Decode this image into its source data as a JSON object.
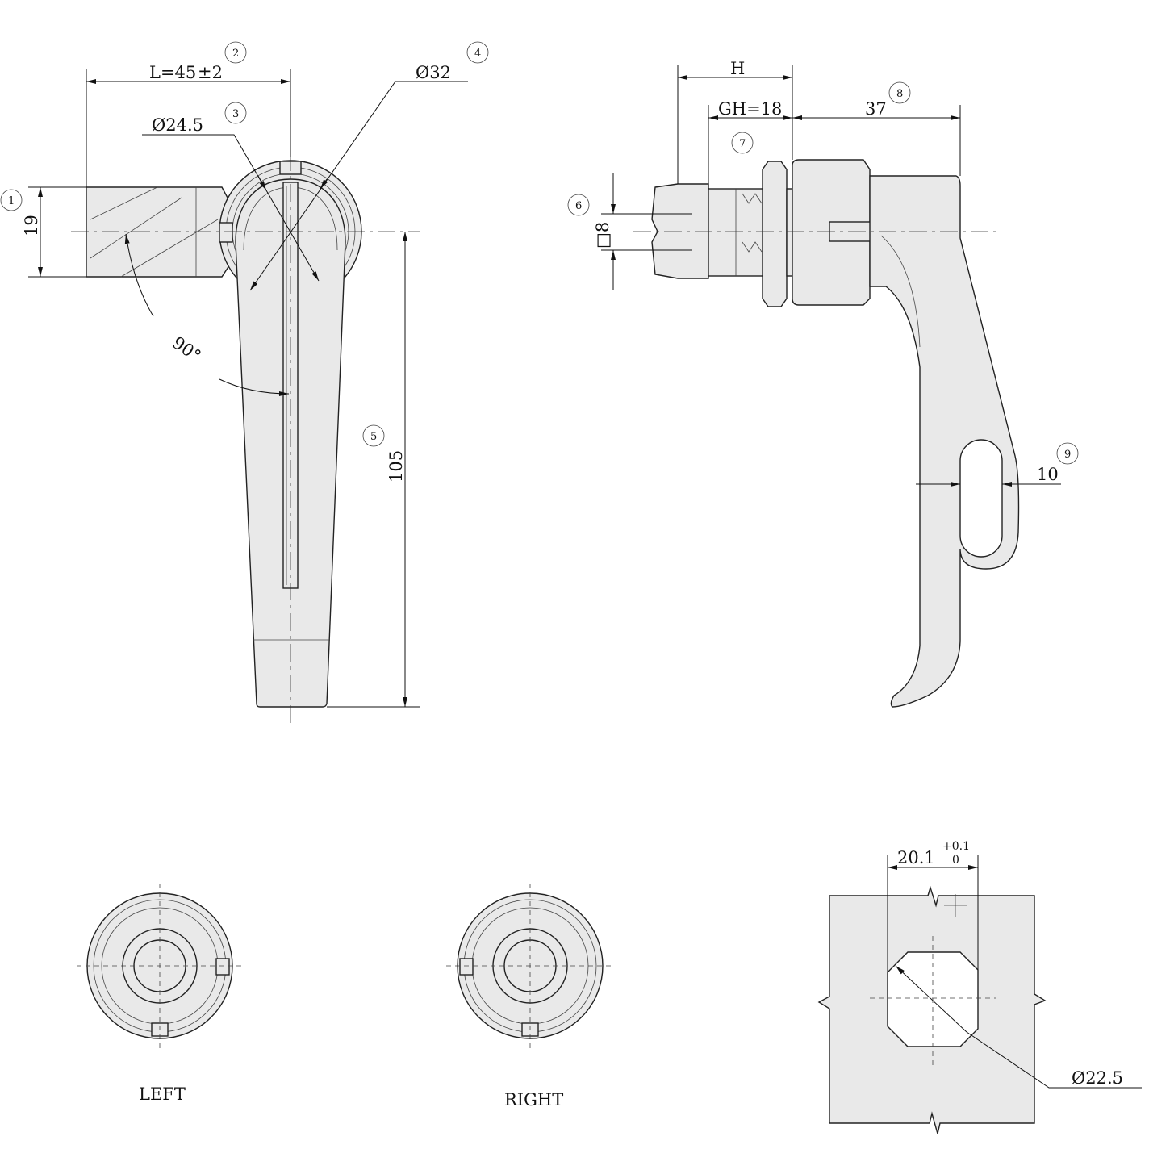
{
  "front_view": {
    "length_label": "L=45",
    "length_tolerance": "±2",
    "inner_diameter_label": "Ø24.5",
    "outer_diameter_label": "Ø32",
    "cam_height_label": "19",
    "rotation_angle_label": "90°",
    "handle_length_label": "105"
  },
  "side_view": {
    "h_label": "H",
    "grip_label": "GH=18",
    "offset_label": "37",
    "square_label": "□8",
    "hole_label": "10"
  },
  "callouts": [
    "1",
    "2",
    "3",
    "4",
    "5",
    "6",
    "7",
    "8",
    "9"
  ],
  "bottom_views": {
    "left_label": "LEFT",
    "right_label": "RIGHT"
  },
  "cutout": {
    "width_label": "20.1",
    "tol_upper": "+0.1",
    "tol_lower": "0",
    "diameter_label": "Ø22.5"
  }
}
